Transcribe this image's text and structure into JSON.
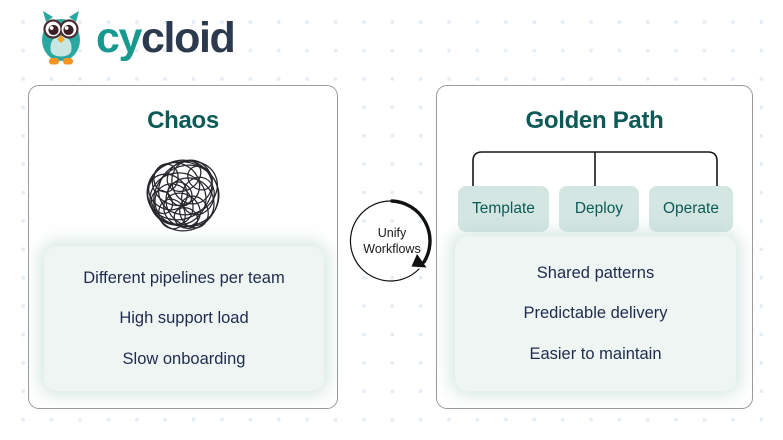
{
  "brand": {
    "name_part1": "cy",
    "name_part2": "cloid",
    "mascot": "owl-icon",
    "teal": "#18998e",
    "navy": "#2b3a4f"
  },
  "left_card": {
    "title": "Chaos",
    "illustration": "tangled-scribble-icon",
    "points": [
      "Different pipelines per team",
      "High support load",
      "Slow onboarding"
    ]
  },
  "center": {
    "label_line1": "Unify",
    "label_line2": "Workflows",
    "icon": "circular-arrow-icon"
  },
  "right_card": {
    "title": "Golden Path",
    "stages": [
      "Template",
      "Deploy",
      "Operate"
    ],
    "points": [
      "Shared patterns",
      "Predictable delivery",
      "Easier to maintain"
    ]
  },
  "colors": {
    "heading": "#0d5a57",
    "panel_bg": "#eef5f3",
    "stage_bg": "#d3e6e2",
    "body_text": "#1f2b4d",
    "dot_grid": "#e4ecf4"
  }
}
